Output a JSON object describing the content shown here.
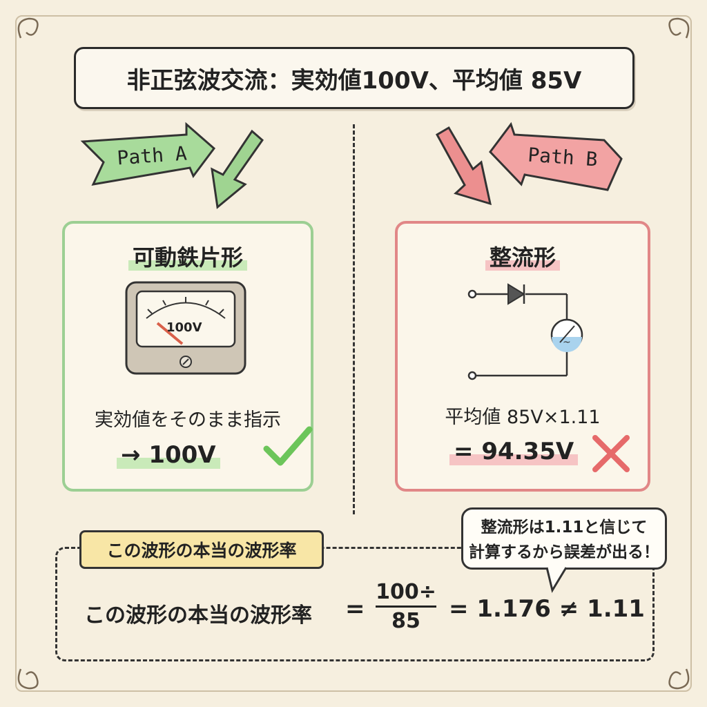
{
  "title": "非正弦波交流：実効値100V、平均値 85V",
  "path_a": {
    "ribbon_label": "Path A",
    "card_title": "可動鉄片形",
    "meter_reading": "100V",
    "description": "実効値をそのまま指示",
    "result": "→ 100V",
    "verdict_icon": "check-icon",
    "color": "#8fcb85"
  },
  "path_b": {
    "ribbon_label": "Path B",
    "card_title": "整流形",
    "formula": "平均値 85V×1.11",
    "result": "= 94.35V",
    "verdict_icon": "cross-icon",
    "color": "#e07b7b"
  },
  "bottom": {
    "tag": "この波形の本当の波形率",
    "formula_label": "この波形の本当の波形率",
    "equals": "=",
    "numerator": "100÷",
    "denominator": "85",
    "result": "= 1.176 ≠ 1.11"
  },
  "bubble": {
    "line1": "整流形は1.11と信じて",
    "line2": "計算するから誤差が出る！"
  }
}
